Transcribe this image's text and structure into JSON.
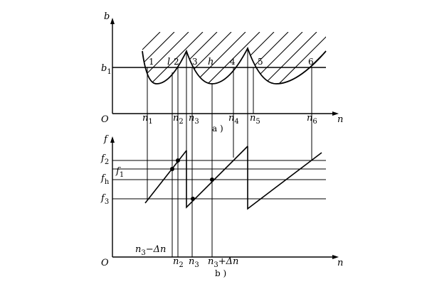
{
  "diagram_a": {
    "y_axis_label": "b",
    "x_axis_label": "n",
    "origin_label": "O",
    "level_label": {
      "main": "b",
      "sub": "1"
    },
    "point_labels": [
      "1",
      "l",
      "2",
      "3",
      "h",
      "4",
      "5",
      "6"
    ],
    "n_labels": [
      {
        "main": "n",
        "sub": "1"
      },
      {
        "main": "n",
        "sub": "2"
      },
      {
        "main": "n",
        "sub": "3"
      },
      {
        "main": "n",
        "sub": "4"
      },
      {
        "main": "n",
        "sub": "5"
      },
      {
        "main": "n",
        "sub": "6"
      }
    ],
    "caption": "a )"
  },
  "diagram_b": {
    "y_axis_label": "f",
    "x_axis_label": "n",
    "origin_label": "O",
    "f_labels": [
      {
        "main": "f",
        "sub": "2"
      },
      {
        "main": "f",
        "sub": "1"
      },
      {
        "main": "f",
        "sub": "h"
      },
      {
        "main": "f",
        "sub": "3"
      }
    ],
    "n_labels": [
      {
        "main": "n",
        "sub": "2"
      },
      {
        "main": "n",
        "sub": "3"
      },
      {
        "main": "n",
        "sub": "3",
        "suffix": "+Δn"
      }
    ],
    "delta_label": {
      "main": "n",
      "sub": "3",
      "suffix": "−Δn"
    },
    "caption": "b )"
  }
}
